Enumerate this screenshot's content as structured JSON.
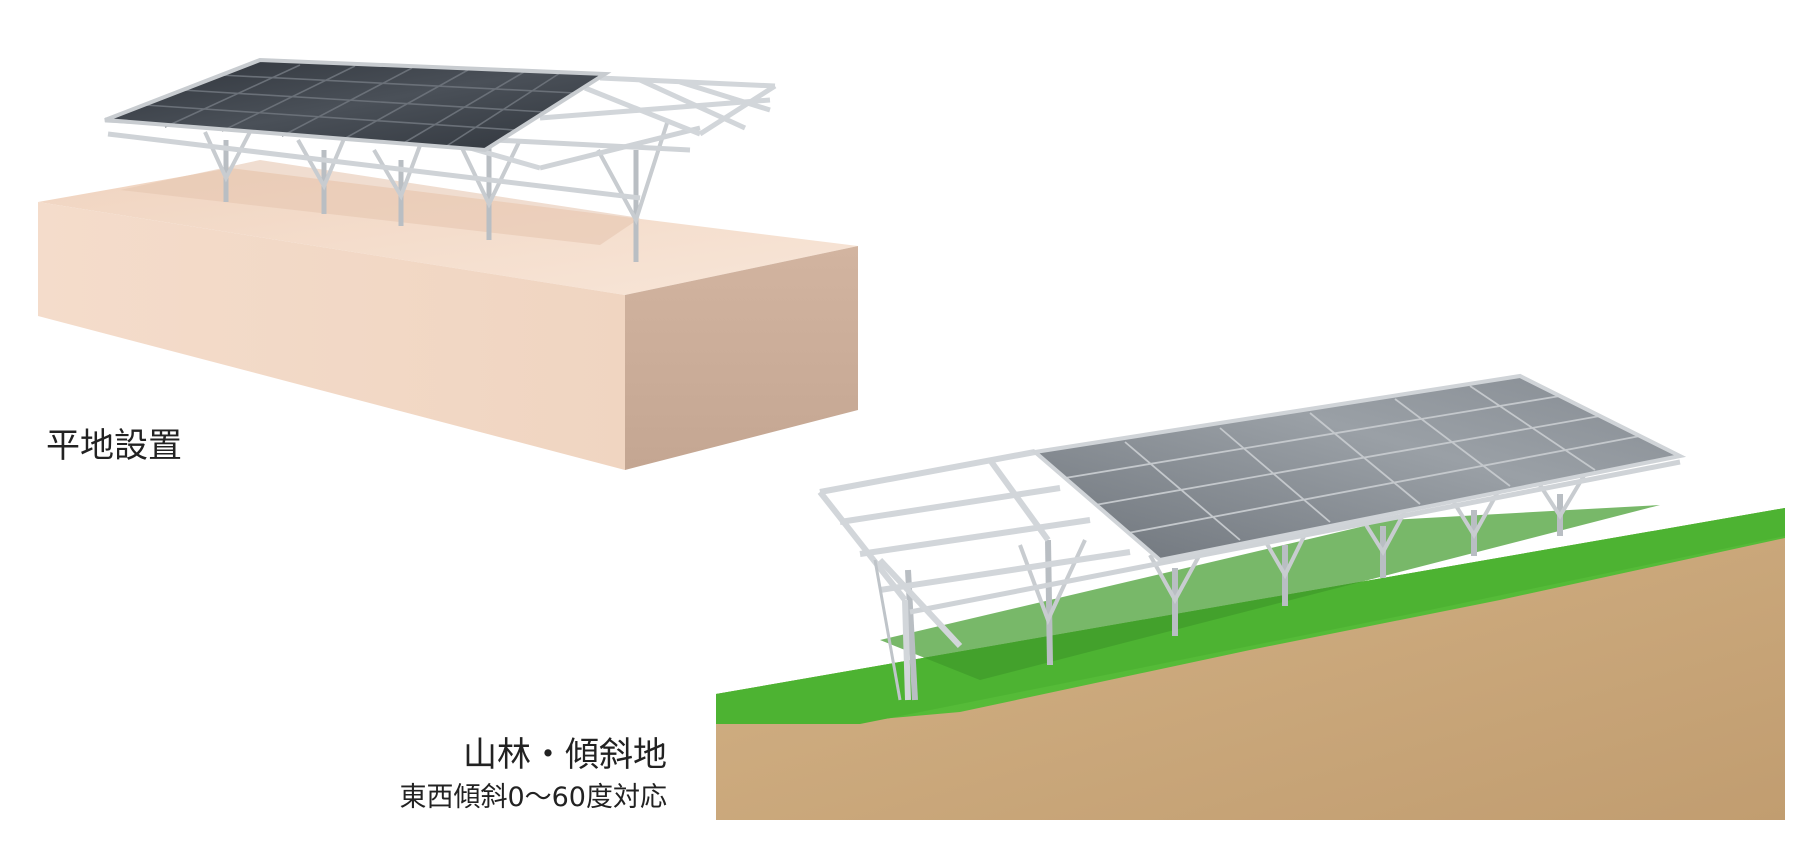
{
  "flat": {
    "label": "平地設置"
  },
  "slope": {
    "title": "山林・傾斜地",
    "subtitle": "東西傾斜0〜60度対応"
  },
  "colors": {
    "flat_ground_top": "#f3dccb",
    "flat_ground_front": "#f1d7c4",
    "flat_ground_side": "#c9ad99",
    "grass": "#4fb534",
    "soil": "#c9a77a",
    "panel_dark": "#3a4049",
    "panel_light": "#8e949b",
    "frame": "#c8ccd0"
  }
}
